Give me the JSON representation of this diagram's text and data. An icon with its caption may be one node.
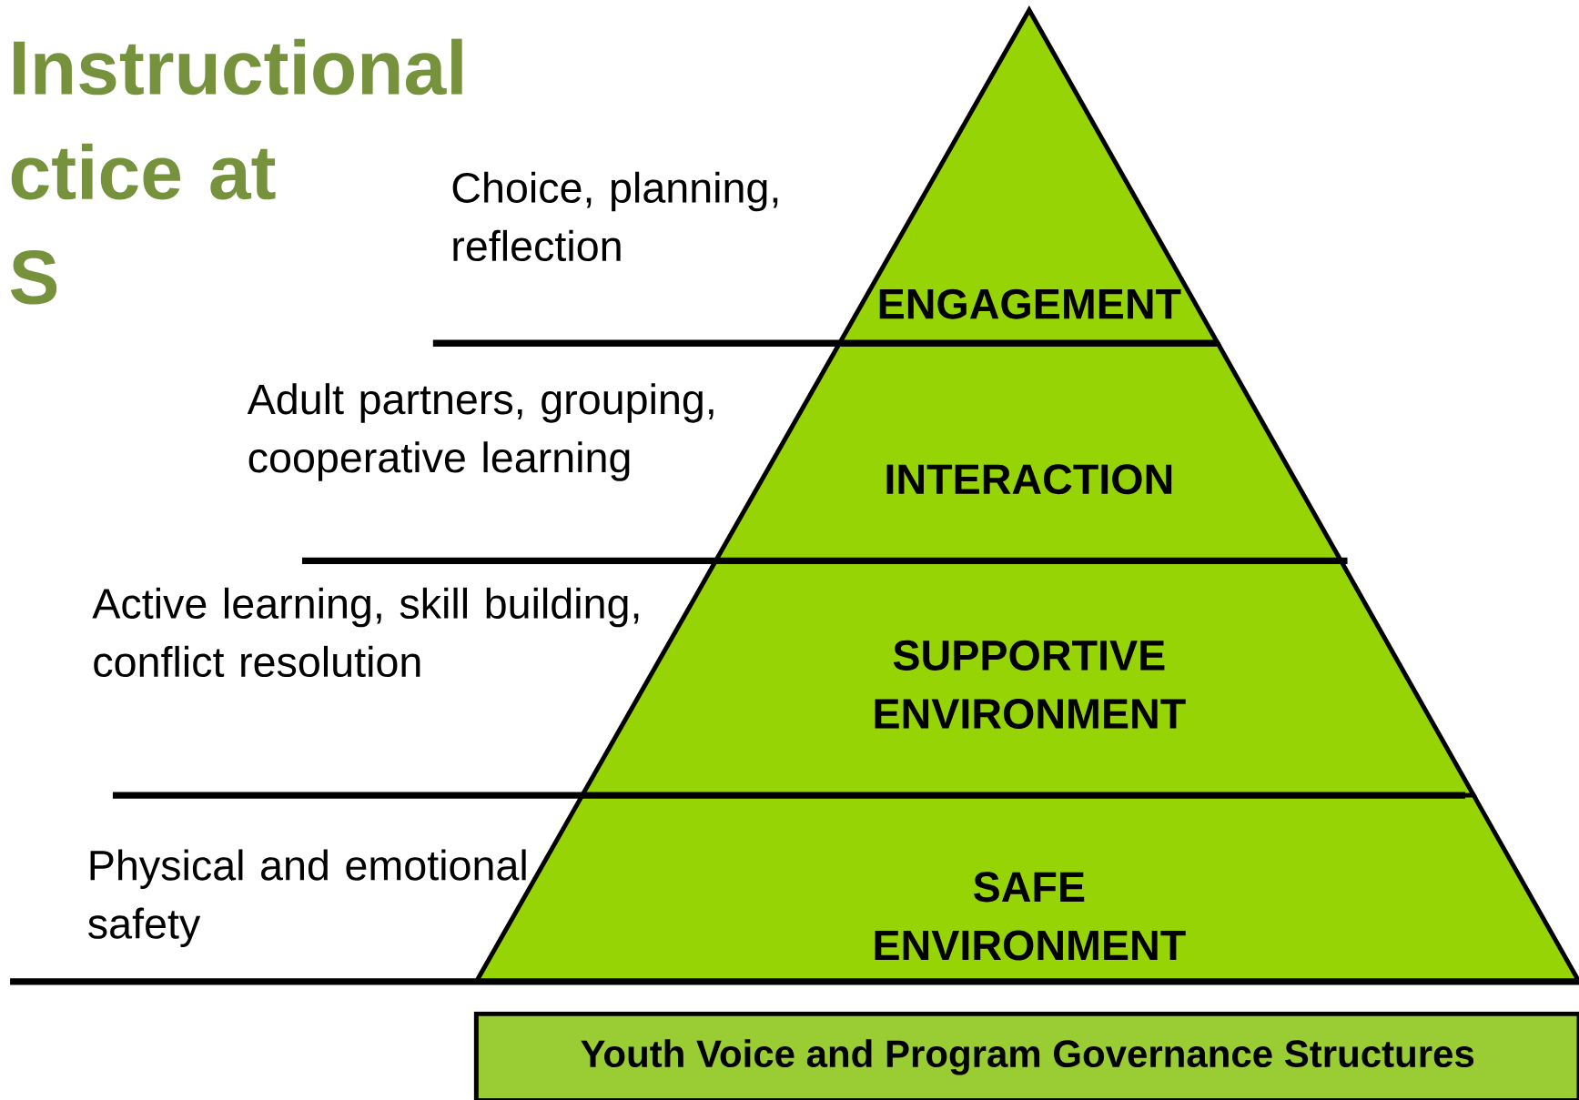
{
  "diagram": {
    "title": "Instructional ctice at S",
    "nodes": [
      {
        "text": [
          "ENGAGEMENT"
        ],
        "beside": [
          "Choice, planning, reflection"
        ]
      },
      {
        "text": [
          "INTERACTION"
        ],
        "beside": [
          "Adult partners, grouping, cooperative learning"
        ]
      },
      {
        "text": [
          "SUPPORTIVE ENVIRONMENT"
        ],
        "beside": [
          "Active learning, skill building, conflict resolution"
        ]
      },
      {
        "text": [
          "SAFE ENVIRONMENT"
        ],
        "beside": [
          "Physical and emotional safety"
        ]
      },
      {
        "text": [
          "Youth Voice and Program Governance Structures"
        ]
      }
    ],
    "edges": []
  }
}
